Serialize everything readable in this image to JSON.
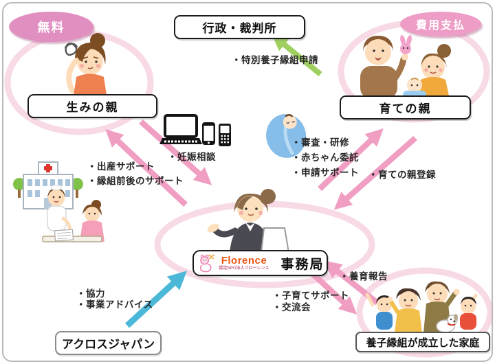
{
  "badges": {
    "free": "無料",
    "payment": "費用支払"
  },
  "boxes": {
    "government": "行政・裁判所",
    "birth_parent": "生みの親",
    "foster_parent": "育ての親",
    "secretariat": "事務局",
    "across_japan": "アクロスジャパン",
    "adopted_family": "養子縁組が成立した家庭"
  },
  "logo": {
    "brand": "Florence",
    "subtitle": "認定NPO法人フローレンス"
  },
  "labels": {
    "special_adoption": "・特別養子縁組申請",
    "pregnancy_consult": "・妊娠相談",
    "birth_support": "・出産サポート",
    "pre_post_adoption_support": "・縁組前後のサポート",
    "screening_training": "・審査・研修",
    "baby_entrustment": "・赤ちゃん委託",
    "application_support": "・申請サポート",
    "foster_parent_registration": "・育ての親登録",
    "care_report": "・養育報告",
    "childcare_support": "・子育てサポート",
    "exchange_meetings": "・交流会",
    "cooperation": "・協力",
    "business_advice": "・事業アドバイス"
  },
  "arrows": [
    {
      "from": "foster_parent",
      "to": "government",
      "color": "green",
      "label_keys": [
        "special_adoption"
      ]
    },
    {
      "from": "birth_parent",
      "to": "secretariat",
      "color": "pink",
      "label_keys": [
        "pregnancy_consult"
      ]
    },
    {
      "from": "secretariat",
      "to": "birth_parent",
      "color": "pink",
      "label_keys": [
        "birth_support",
        "pre_post_adoption_support"
      ]
    },
    {
      "from": "secretariat",
      "to": "foster_parent",
      "color": "pink",
      "label_keys": [
        "screening_training",
        "baby_entrustment",
        "application_support"
      ]
    },
    {
      "from": "foster_parent",
      "to": "secretariat",
      "color": "pink",
      "label_keys": [
        "foster_parent_registration"
      ]
    },
    {
      "from": "adopted_family",
      "to": "secretariat",
      "color": "pink",
      "label_keys": [
        "care_report"
      ]
    },
    {
      "from": "secretariat",
      "to": "adopted_family",
      "color": "pink",
      "label_keys": [
        "childcare_support",
        "exchange_meetings"
      ]
    },
    {
      "from": "across_japan",
      "to": "secretariat",
      "color": "blue",
      "label_keys": [
        "cooperation",
        "business_advice"
      ]
    }
  ],
  "icons": [
    "worried-woman-illustration",
    "scribble-icon",
    "hospital-icon",
    "nurse-consultation-illustration",
    "laptop-icon",
    "smartphone-icon",
    "mobile-phone-icon",
    "sleeping-baby-icon",
    "foster-family-illustration",
    "rabbit-rattle-icon",
    "office-lady-illustration",
    "florence-mascot-icon",
    "adopted-family-illustration",
    "dog-icon"
  ],
  "colors": {
    "arrow_pink": "#f09fc3",
    "arrow_green": "#9fd05f",
    "arrow_blue": "#4cb8d8",
    "ring_pink": "#f8d9e6",
    "badge_free": "#e18fc0",
    "badge_payment": "#ee9dc6",
    "brand_orange": "#ea5514",
    "mascot_pink": "#ef86b5",
    "label_text": "#262626"
  }
}
